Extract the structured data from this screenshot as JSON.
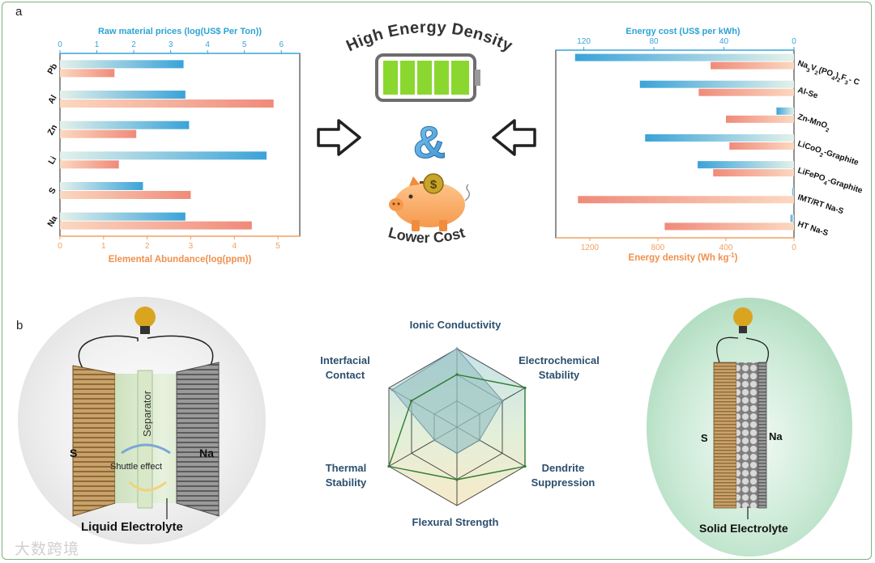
{
  "panel_labels": {
    "a": "a",
    "b": "b"
  },
  "center": {
    "high_energy_density": "High Energy Density",
    "ampersand": "&",
    "lower_cost": "Lower Cost",
    "coin_symbol": "$"
  },
  "chart_data": [
    {
      "type": "bar",
      "title": "",
      "categories": [
        "Pb",
        "Al",
        "Zn",
        "Li",
        "S",
        "Na"
      ],
      "series": [
        {
          "name": "Raw material prices (log(US$ Per Ton))",
          "axis": "top",
          "values": [
            3.35,
            3.4,
            3.5,
            5.6,
            2.25,
            3.4
          ],
          "color": "#3aa3d8"
        },
        {
          "name": "Elemental Abundance(log(ppm))",
          "axis": "bottom",
          "values": [
            1.25,
            4.9,
            1.75,
            1.35,
            3.0,
            4.4
          ],
          "color": "#f08a7a"
        }
      ],
      "top_axis": {
        "label": "Raw material prices (log(US$ Per Ton))",
        "ticks": [
          "0",
          "1",
          "2",
          "3",
          "4",
          "5",
          "6"
        ],
        "range": [
          0,
          6.5
        ]
      },
      "bottom_axis": {
        "label": "Elemental Abundance(log(ppm))",
        "ticks": [
          "0",
          "1",
          "2",
          "3",
          "4",
          "5"
        ],
        "range": [
          0,
          5.5
        ]
      },
      "colors": {
        "top": "#3aa3d8",
        "bottom": "#f08a7a"
      }
    },
    {
      "type": "bar",
      "title": "",
      "reversed": true,
      "categories": [
        "Na3V2(PO4)2F3 - C",
        "Al-Se",
        "Zn-MnO2",
        "LiCoO2-Graphite",
        "LiFePO4-Graphite",
        "IMT/RT Na-S",
        "HT Na-S"
      ],
      "category_labels": [
        {
          "parts": [
            [
              "Na",
              "n"
            ],
            [
              "3",
              "sub"
            ],
            [
              "V",
              "n"
            ],
            [
              "2",
              "sub"
            ],
            [
              "(PO",
              "n"
            ],
            [
              "4",
              "sub"
            ],
            [
              ")",
              "n"
            ],
            [
              "2",
              "sub"
            ],
            [
              "F",
              "n"
            ],
            [
              "3",
              "sub"
            ],
            [
              "- C",
              "n"
            ]
          ]
        },
        {
          "parts": [
            [
              "Al-Se",
              "n"
            ]
          ]
        },
        {
          "parts": [
            [
              "Zn-MnO",
              "n"
            ],
            [
              "2",
              "sub"
            ]
          ]
        },
        {
          "parts": [
            [
              "LiCoO",
              "n"
            ],
            [
              "2",
              "sub"
            ],
            [
              "-Graphite",
              "n"
            ]
          ]
        },
        {
          "parts": [
            [
              "LiFePO",
              "n"
            ],
            [
              "4",
              "sub"
            ],
            [
              "-Graphite",
              "n"
            ]
          ]
        },
        {
          "parts": [
            [
              "IMT/RT Na-S",
              "n"
            ]
          ]
        },
        {
          "parts": [
            [
              "HT Na-S",
              "n"
            ]
          ]
        }
      ],
      "series": [
        {
          "name": "Energy cost (US$ per kWh)",
          "axis": "top",
          "values": [
            125,
            88,
            10,
            85,
            55,
            1,
            2
          ],
          "color": "#3aa3d8"
        },
        {
          "name": "Energy density (Wh kg-1)",
          "axis": "bottom",
          "values": [
            490,
            560,
            400,
            380,
            475,
            1270,
            760
          ],
          "color": "#f08a7a"
        }
      ],
      "top_axis": {
        "label": "Energy cost (US$ per kWh)",
        "ticks": [
          "120",
          "80",
          "40",
          "0"
        ],
        "range": [
          0,
          136
        ]
      },
      "bottom_axis": {
        "label": "Energy density (Wh kg",
        "label_sup": "-1",
        "label_end": ")",
        "ticks": [
          "1200",
          "800",
          "400",
          "0"
        ],
        "range": [
          0,
          1400
        ]
      },
      "colors": {
        "top": "#3aa3d8",
        "bottom": "#f08a7a"
      }
    },
    {
      "type": "radar",
      "title": "",
      "axes": [
        "Ionic Conductivity",
        "Electrochemical Stability",
        "Dendrite Suppression",
        "Flexural Strength",
        "Thermal Stability",
        "Interfacial Contact"
      ],
      "axis_labels": [
        [
          "Ionic Conductivity"
        ],
        [
          "Electrochemical",
          "Stability"
        ],
        [
          "Dendrite",
          "Suppression"
        ],
        [
          "Flexural Strength"
        ],
        [
          "Thermal",
          "Stability"
        ],
        [
          "Interfacial",
          "Contact"
        ]
      ],
      "levels": 3,
      "series": [
        {
          "name": "",
          "values": [
            1.0,
            0.67,
            0.33,
            0.33,
            0.33,
            0.95
          ],
          "fill": "#9bc4c4",
          "stroke": "#7a9aa6"
        },
        {
          "name": "",
          "values": [
            0.67,
            1.0,
            1.0,
            0.67,
            1.0,
            0.67
          ],
          "fill": "none",
          "stroke": "#2e7d32"
        }
      ],
      "label_color": "#2c4f6e"
    }
  ],
  "panel_b": {
    "left_cell": {
      "cathode": "S",
      "anode": "Na",
      "separator": "Separator",
      "shuttle": "Shuttle effect",
      "caption": "Liquid Electrolyte"
    },
    "right_cell": {
      "cathode": "S",
      "anode": "Na",
      "caption": "Solid Electrolyte"
    }
  },
  "watermark": "大数跨境",
  "icons": [
    "battery-icon",
    "piggy-bank-icon",
    "coin-icon",
    "right-arrow-icon",
    "left-arrow-icon",
    "light-bulb-icon"
  ]
}
